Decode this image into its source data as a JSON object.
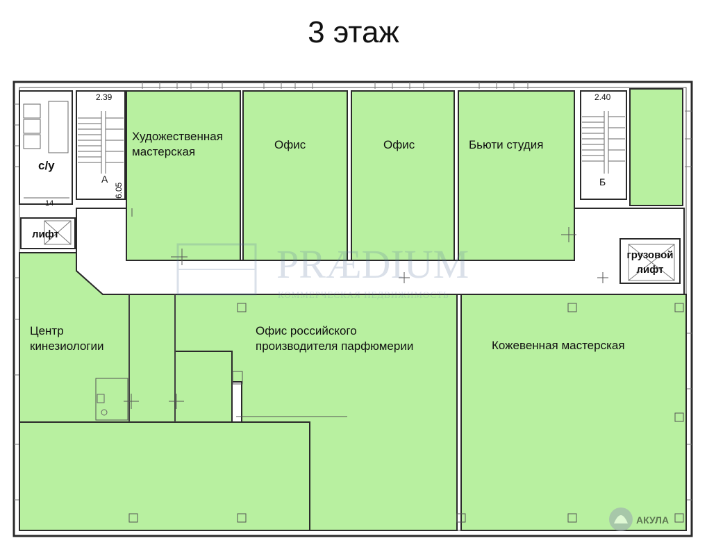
{
  "title": "3 этаж",
  "labels": {
    "room_art": [
      "Художественная",
      "мастерская"
    ],
    "room_office1": "Офис",
    "room_office2": "Офис",
    "room_beauty": "Бьюти студия",
    "room_wc": "с/у",
    "room_lift": "лифт",
    "room_freight": [
      "грузовой",
      "лифт"
    ],
    "room_kinesio": [
      "Центр",
      "кинезиологии"
    ],
    "room_perfume": [
      "Офис российского",
      "производителя парфюмерии"
    ],
    "room_leather": "Кожевенная мастерская",
    "stair_a_label": "А",
    "stair_a_dim_top": "2.39",
    "stair_a_dim_side": "6.05",
    "stair_b_label": "Б",
    "stair_b_dim_top": "2.40",
    "wc_dim": "14"
  },
  "watermark": {
    "brand": "PRÆDIUM",
    "tagline": "КОММЕРЧЕСКАЯ НЕДВИЖИМОСТЬ",
    "corner_logo": "АКУЛА"
  },
  "colors": {
    "room_fill": "#b8f0a0",
    "wall": "#2a2a2a",
    "corridor": "#ffffff",
    "thin_line": "#6a6a6a"
  }
}
